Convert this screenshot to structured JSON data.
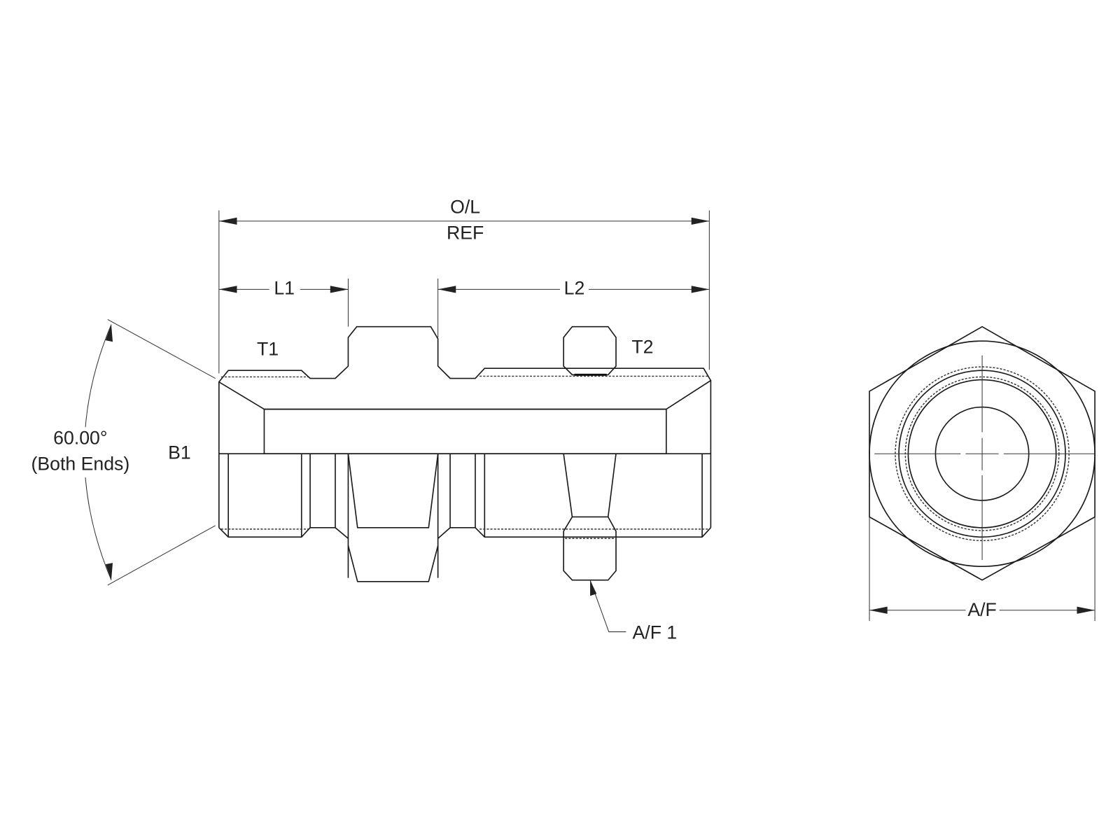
{
  "dimensions": {
    "overall_length": "O/L",
    "overall_ref": "REF",
    "l1": "L1",
    "l2": "L2",
    "t1": "T1",
    "t2": "T2",
    "b1": "B1",
    "angle": "60.00°",
    "angle_note": "(Both Ends)",
    "af1": "A/F 1",
    "af": "A/F"
  },
  "colors": {
    "line": "#1a1a1a",
    "background": "#ffffff"
  }
}
